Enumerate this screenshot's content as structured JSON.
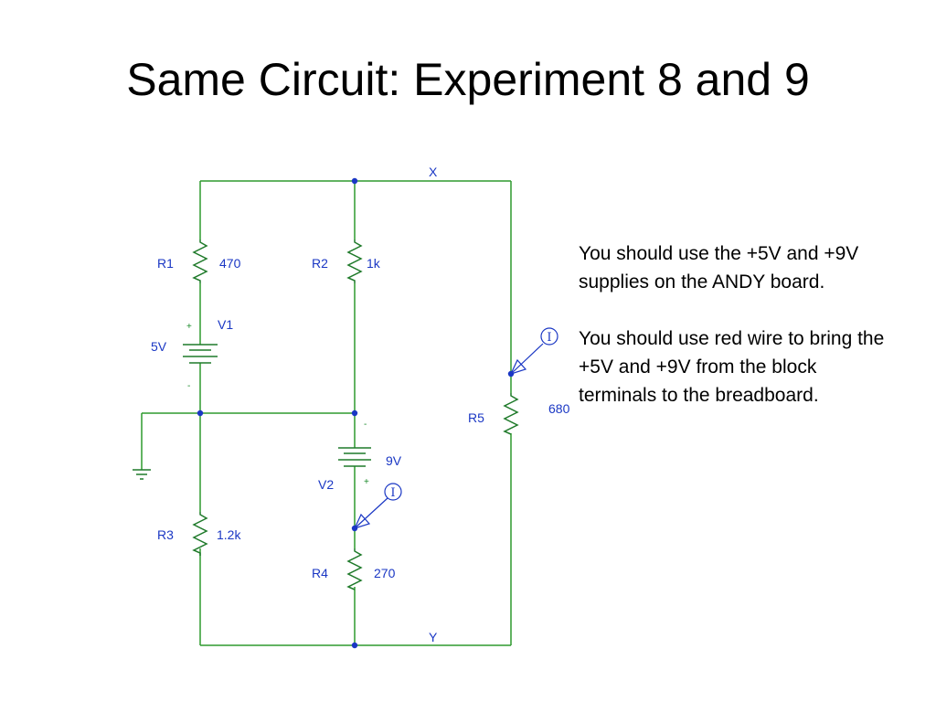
{
  "slide": {
    "title": "Same Circuit:  Experiment 8 and 9"
  },
  "circuit": {
    "nodes": {
      "top": "X",
      "bottom": "Y"
    },
    "components": {
      "r1": {
        "name": "R1",
        "value": "470"
      },
      "r2": {
        "name": "R2",
        "value": "1k"
      },
      "r3": {
        "name": "R3",
        "value": "1.2k"
      },
      "r4": {
        "name": "R4",
        "value": "270"
      },
      "r5": {
        "name": "R5",
        "value": "680"
      },
      "v1": {
        "name": "V1",
        "value": "5V",
        "plus": "+",
        "minus": "-"
      },
      "v2": {
        "name": "V2",
        "value": "9V",
        "plus": "+",
        "minus": "-"
      }
    },
    "probes": {
      "probe1": {
        "symbol": "I"
      },
      "probe2": {
        "symbol": "I"
      }
    }
  },
  "notes": {
    "paragraph1": "You should use the +5V and +9V supplies on the ANDY board.",
    "paragraph2": "You should use red wire to bring the +5V and +9V from the block terminals to the breadboard."
  }
}
